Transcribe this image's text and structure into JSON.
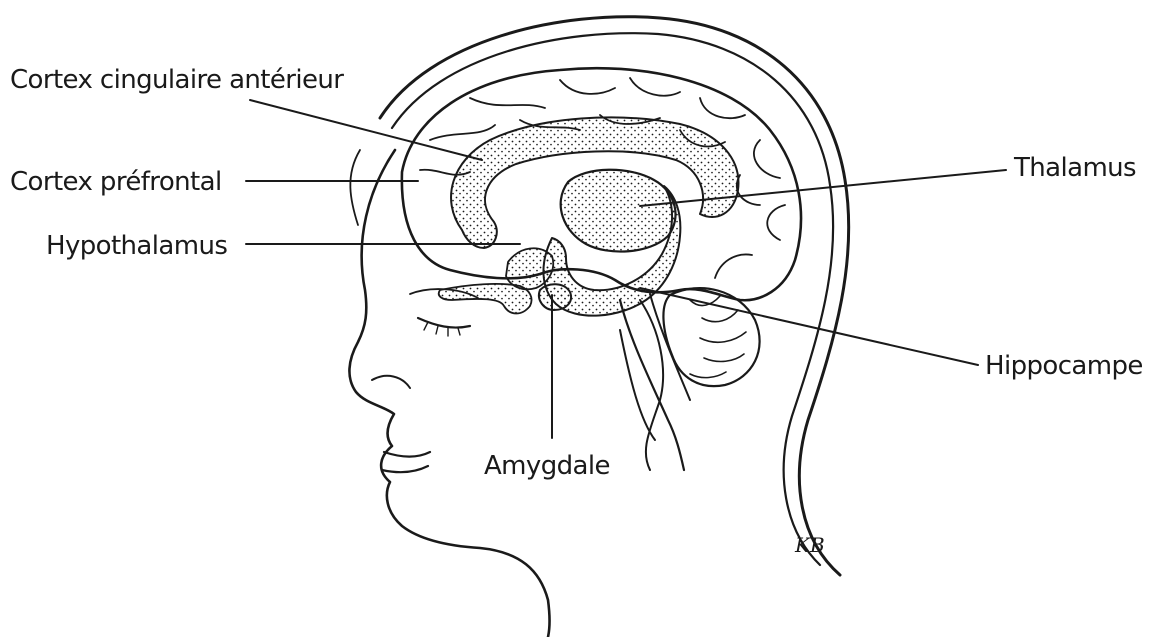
{
  "labels": {
    "acc": "Cortex cingulaire antérieur",
    "pfc": "Cortex préfrontal",
    "hypothalamus": "Hypothalamus",
    "thalamus": "Thalamus",
    "hippocampus": "Hippocampe",
    "amygdala": "Amygdale"
  },
  "signature": "KB",
  "colors": {
    "ink": "#1a1a1a",
    "background": "#ffffff"
  }
}
